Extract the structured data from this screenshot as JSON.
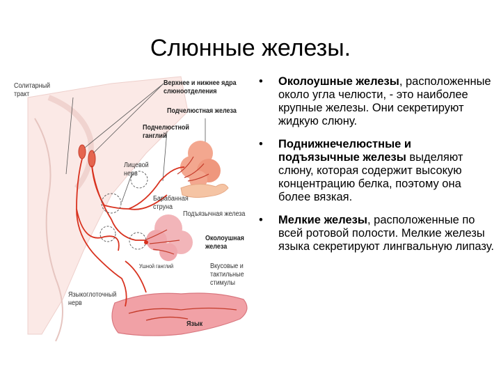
{
  "title": "Слюнные железы.",
  "diagram_labels": {
    "solitary_tract": "Солитарный тракт",
    "nuclei": "Верхнее и нижнее ядра слюноотделения",
    "submandibular_gland": "Подчелюстная железа",
    "submandibular_ganglion": "Подчелюстной ганглий",
    "facial_nerve": "Лицевой нерв",
    "chorda_tympani": "Барабанная струна",
    "sublingual_gland": "Подъязычная железа",
    "parotid_gland": "Околоушная железа",
    "otic_ganglion": "Ушной ганглий",
    "taste_stimuli": "Вкусовые и тактильные стимулы",
    "glossopharyngeal_nerve": "Языкоглоточный нерв",
    "tongue": "Язык"
  },
  "bullet_marker": "•",
  "bullets": [
    {
      "bold": "Околоушные железы",
      "text": ", расположенные около угла челюсти, - это наиболее крупные железы. Они секретируют жидкую слюну."
    },
    {
      "bold": "Поднижнечелюстные и подъязычные железы",
      "text": " выделяют слюну, которая содержит высокую концентрацию белка, поэтому она более вязкая."
    },
    {
      "bold": "Мелкие железы",
      "text": ", расположенные по всей ротовой полости. Мелкие железы языка секретируют лингвальную липазу."
    }
  ]
}
